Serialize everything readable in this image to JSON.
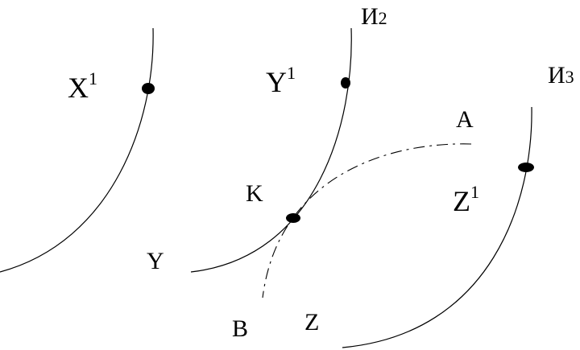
{
  "labels": {
    "x1": "X",
    "x1_sup": "1",
    "y1": "Y",
    "y1_sup": "1",
    "i2": "И",
    "i2_sub": "2",
    "i3": "И",
    "i3_sub": "3",
    "a": "A",
    "k": "K",
    "z1": "Z",
    "z1_sup": "1",
    "y": "Y",
    "b": "B",
    "z": "Z"
  }
}
